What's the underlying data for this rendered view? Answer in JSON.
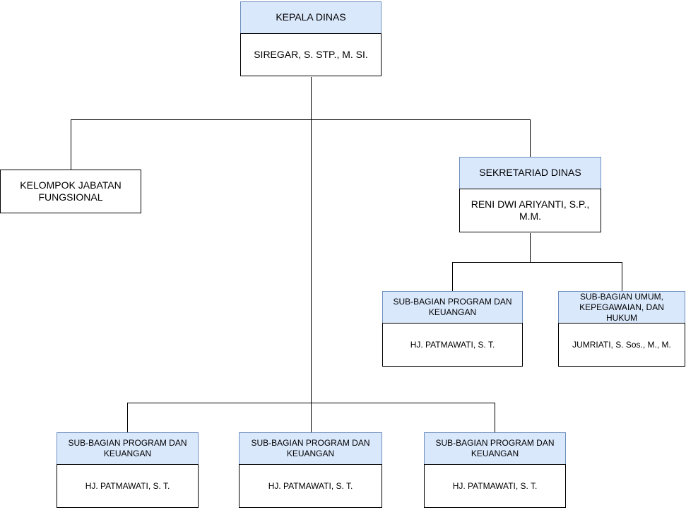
{
  "colors": {
    "header_fill": "#dae8fc",
    "header_border": "#6c8ebf",
    "box_border": "#000000",
    "connector": "#000000",
    "background": "#ffffff",
    "text": "#000000"
  },
  "nodes": [
    {
      "role": "KEPALA DINAS",
      "person": "SIREGAR, S. STP., M. SI."
    },
    {
      "role": "KELOMPOK JABATAN FUNGSIONAL"
    },
    {
      "role": "SEKRETARIAD DINAS",
      "person": "RENI DWI ARIYANTI, S.P., M.M."
    },
    {
      "role": "SUB-BAGIAN PROGRAM DAN KEUANGAN",
      "person": "HJ. PATMAWATI, S. T."
    },
    {
      "role": "SUB-BAGIAN UMUM, KEPEGAWAIAN, DAN HUKUM",
      "person": "JUMRIATI, S. Sos., M., M."
    },
    {
      "role": "SUB-BAGIAN PROGRAM DAN KEUANGAN",
      "person": "HJ. PATMAWATI, S. T."
    },
    {
      "role": "SUB-BAGIAN PROGRAM DAN KEUANGAN",
      "person": "HJ. PATMAWATI, S. T."
    },
    {
      "role": "SUB-BAGIAN PROGRAM DAN KEUANGAN",
      "person": "HJ. PATMAWATI, S. T."
    }
  ]
}
